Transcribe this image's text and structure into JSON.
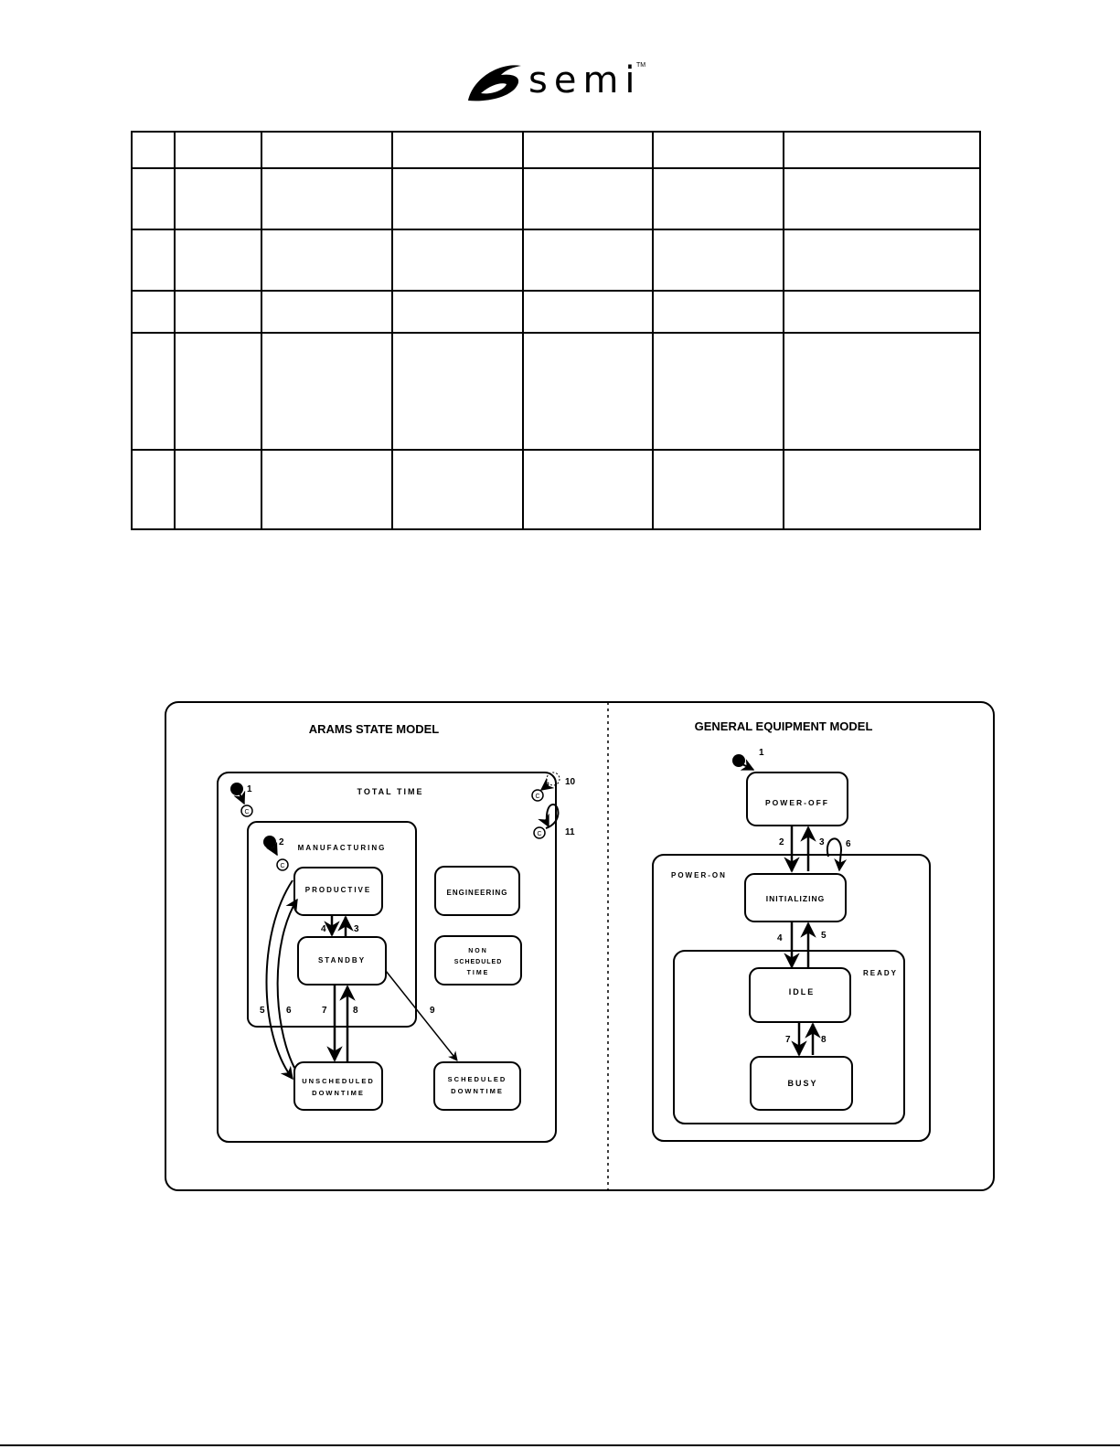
{
  "logo": {
    "brand": "semi",
    "tm": "TM"
  },
  "table": {
    "row_count": 6,
    "col_count": 7
  },
  "arams": {
    "title": "ARAMS STATE MODEL",
    "total_time": "TOTAL TIME",
    "manufacturing": "MANUFACTURING",
    "productive": "PRODUCTIVE",
    "standby": "STANDBY",
    "engineering": "ENGINEERING",
    "non_scheduled": [
      "NON",
      "SCHEDULED",
      "TIME"
    ],
    "unscheduled_downtime": [
      "UNSCHEDULED",
      "DOWNTIME"
    ],
    "scheduled_downtime": [
      "SCHEDULED",
      "DOWNTIME"
    ],
    "history": "C",
    "transitions": [
      "1",
      "2",
      "3",
      "4",
      "5",
      "6",
      "7",
      "8",
      "9",
      "10",
      "11"
    ]
  },
  "general": {
    "title": "GENERAL EQUIPMENT MODEL",
    "power_off": "POWER-OFF",
    "power_on": "POWER-ON",
    "initializing": "INITIALIZING",
    "ready": "READY",
    "idle": "IDLE",
    "busy": "BUSY",
    "transitions": [
      "1",
      "2",
      "3",
      "4",
      "5",
      "6",
      "7",
      "8"
    ]
  }
}
